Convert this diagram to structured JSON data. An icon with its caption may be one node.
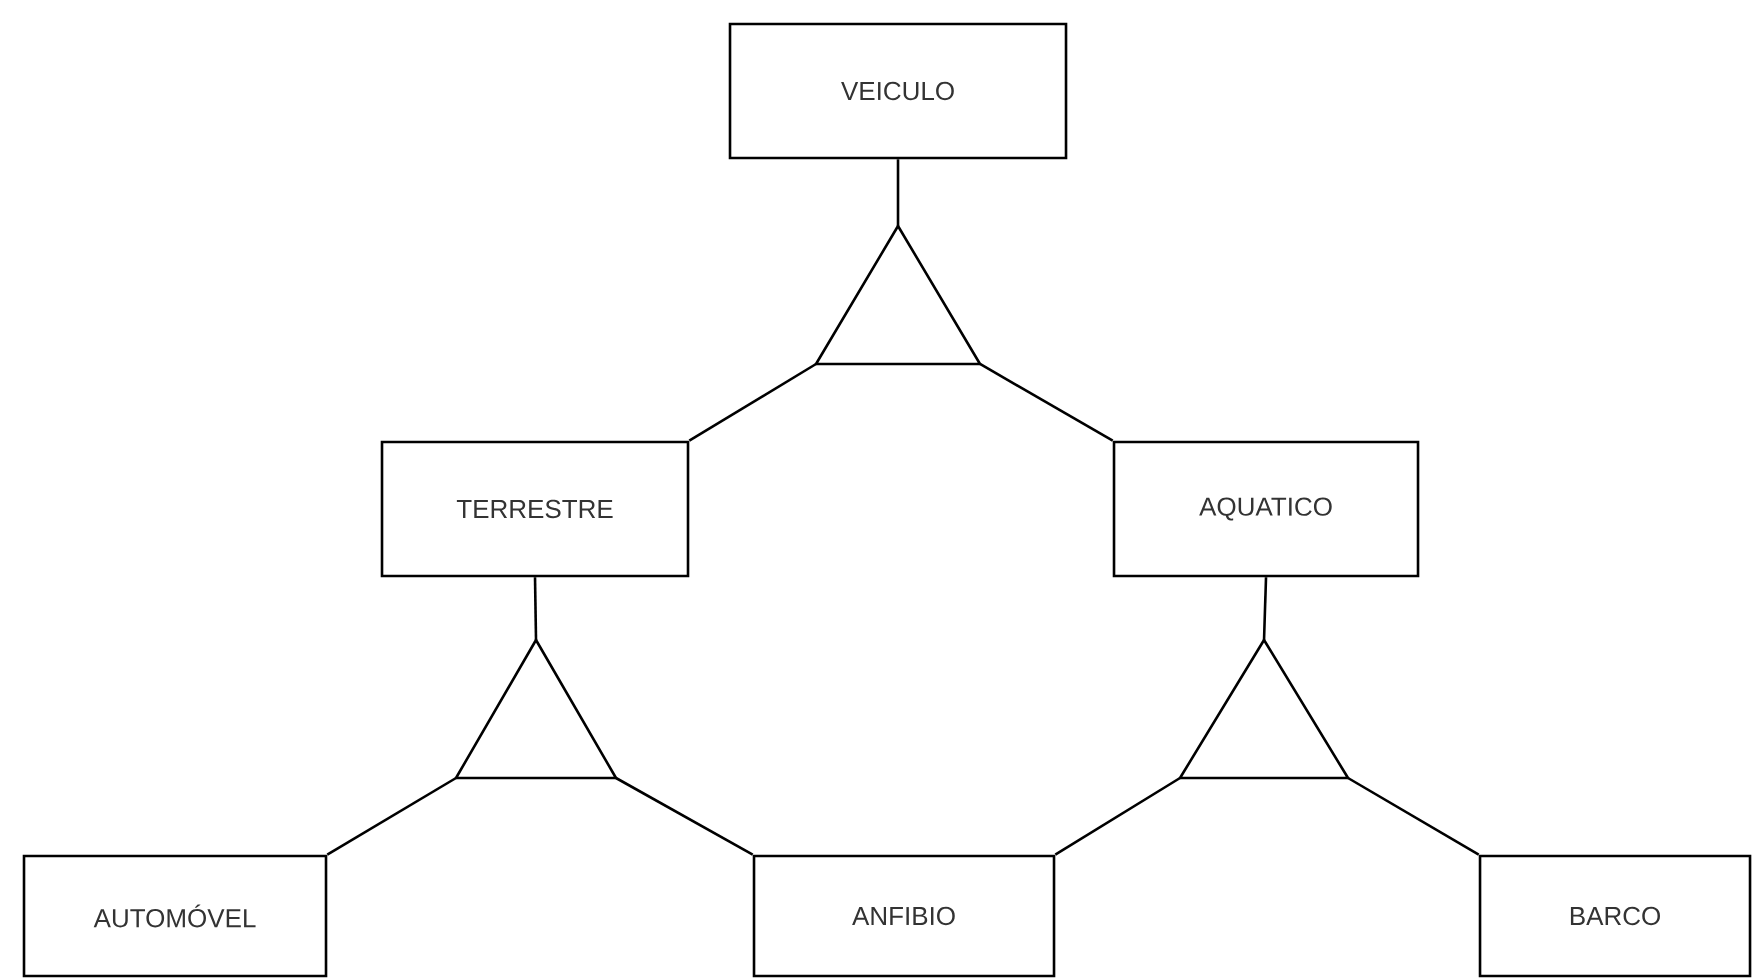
{
  "diagram": {
    "nodes": [
      {
        "text": [
          "VEICULO"
        ]
      },
      {
        "text": [],
        "shape": "triangle"
      },
      {
        "text": [
          "TERRESTRE"
        ]
      },
      {
        "text": [
          "AQUATICO"
        ]
      },
      {
        "text": [],
        "shape": "triangle"
      },
      {
        "text": [],
        "shape": "triangle"
      },
      {
        "text": [
          "AUTOMÓVEL"
        ]
      },
      {
        "text": [
          "ANFIBIO"
        ]
      },
      {
        "text": [
          "BARCO"
        ]
      }
    ],
    "edges": [
      {
        "from": 0,
        "to": 1,
        "arrow": "none"
      },
      {
        "from": 1,
        "to": 2,
        "arrow": "none"
      },
      {
        "from": 1,
        "to": 3,
        "arrow": "none"
      },
      {
        "from": 2,
        "to": 4,
        "arrow": "none"
      },
      {
        "from": 3,
        "to": 5,
        "arrow": "none"
      },
      {
        "from": 4,
        "to": 6,
        "arrow": "none"
      },
      {
        "from": 4,
        "to": 7,
        "arrow": "none"
      },
      {
        "from": 5,
        "to": 7,
        "arrow": "none"
      },
      {
        "from": 5,
        "to": 8,
        "arrow": "none"
      }
    ]
  }
}
